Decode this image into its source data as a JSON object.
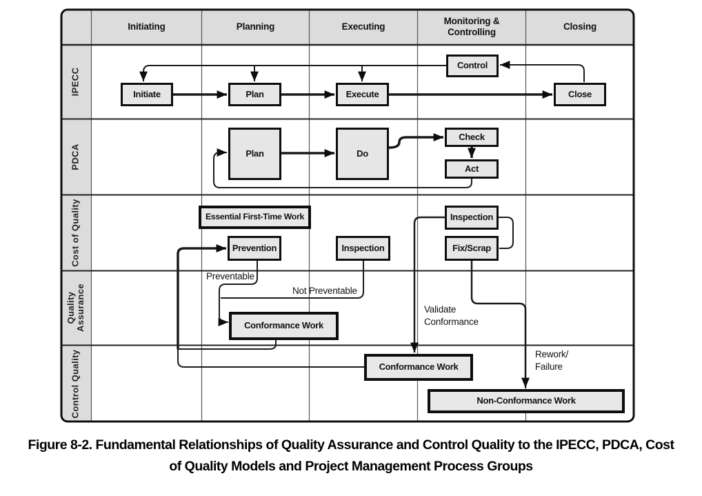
{
  "figure": {
    "caption_line1": "Figure 8-2. Fundamental Relationships of Quality Assurance and Control Quality to the IPECC, PDCA, Cost",
    "caption_line2": "of Quality Models and Project Management Process Groups"
  },
  "matrix": {
    "column_headers": [
      "Initiating",
      "Planning",
      "Executing",
      "Monitoring & Controlling",
      "Closing"
    ],
    "row_headers": [
      "IPECC",
      "PDCA",
      "Cost of Quality",
      "Quality Assurance",
      "Control Quality"
    ]
  },
  "nodes": {
    "initiate": "Initiate",
    "plan_ipecc": "Plan",
    "execute": "Execute",
    "control": "Control",
    "close": "Close",
    "plan_pdca": "Plan",
    "do": "Do",
    "check": "Check",
    "act": "Act",
    "essential_first_time_work": "Essential First-Time Work",
    "prevention": "Prevention",
    "inspection_executing": "Inspection",
    "inspection_monitoring": "Inspection",
    "fix_scrap": "Fix/Scrap",
    "conformance_work_qa": "Conformance Work",
    "conformance_work_cq": "Conformance Work",
    "non_conformance_work": "Non-Conformance Work"
  },
  "edge_labels": {
    "preventable": "Preventable",
    "not_preventable": "Not Preventable",
    "validate_line1": "Validate",
    "validate_line2": "Conformance",
    "rework_line1": "Rework/",
    "rework_line2": "Failure"
  },
  "colors": {
    "header_fill": "#dcdcdc",
    "node_fill": "#e6e6e6",
    "line": "#1a1a1a",
    "border": "#0d0d0d",
    "background": "#ffffff"
  }
}
